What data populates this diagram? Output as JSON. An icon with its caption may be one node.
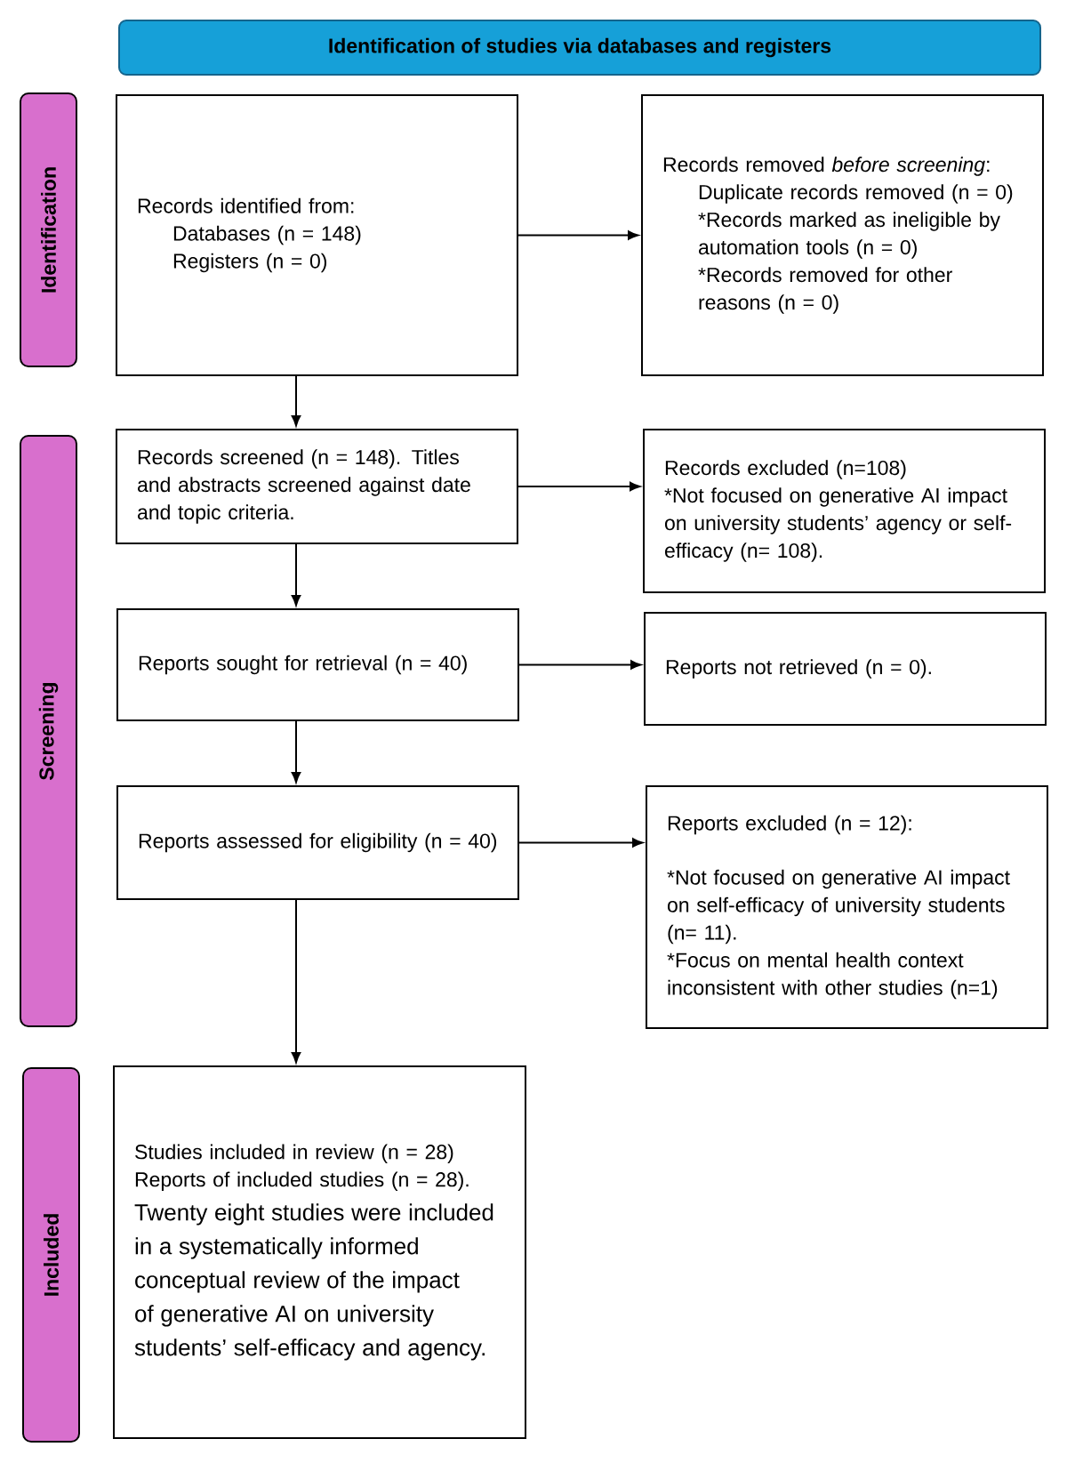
{
  "diagram": {
    "nodes": [
      {
        "text": [
          "Identification of studies via databases and registers"
        ]
      },
      {
        "text": [
          "Identification"
        ]
      },
      {
        "text": [
          "Screening"
        ]
      },
      {
        "text": [
          "Included"
        ]
      },
      {
        "text": [
          "Records identified from:",
          "Databases (n = 148)",
          "Registers (n = 0)"
        ]
      },
      {
        "text": [
          "Records removed *before screening*:",
          "Duplicate records removed (n = 0)",
          "*Records marked as ineligible by automation tools (n = 0)",
          "*Records removed for other reasons (n = 0)"
        ]
      },
      {
        "text": [
          "Records screened (n = 148). Titles and abstracts screened against date and topic criteria."
        ]
      },
      {
        "text": [
          "Records excluded (n=108)",
          "*Not focused on generative AI impact on university students’ agency or self-efficacy (n= 108)."
        ]
      },
      {
        "text": [
          "Reports sought for retrieval (n = 40)"
        ]
      },
      {
        "text": [
          "Reports not retrieved (n = 0)."
        ]
      },
      {
        "text": [
          "Reports assessed for eligibility (n = 40)"
        ]
      },
      {
        "text": [
          "Reports excluded (n = 12):",
          "*Not focused on generative AI impact on self-efficacy of university students (n= 11).",
          "*Focus on mental health context inconsistent with other studies (n=1)"
        ]
      },
      {
        "text": [
          "Studies included in review (n = 28)",
          "Reports of included studies (n = 28).",
          "Twenty eight studies were included in a systematically informed conceptual review of the impact of generative AI on university students’ self-efficacy and agency."
        ]
      }
    ],
    "edges": [
      {
        "from": 4,
        "to": 5,
        "arrow": "to"
      },
      {
        "from": 4,
        "to": 6,
        "arrow": "to"
      },
      {
        "from": 6,
        "to": 7,
        "arrow": "to"
      },
      {
        "from": 6,
        "to": 8,
        "arrow": "to"
      },
      {
        "from": 8,
        "to": 9,
        "arrow": "to"
      },
      {
        "from": 8,
        "to": 10,
        "arrow": "to"
      },
      {
        "from": 10,
        "to": 11,
        "arrow": "to"
      },
      {
        "from": 10,
        "to": 12,
        "arrow": "to"
      }
    ]
  }
}
